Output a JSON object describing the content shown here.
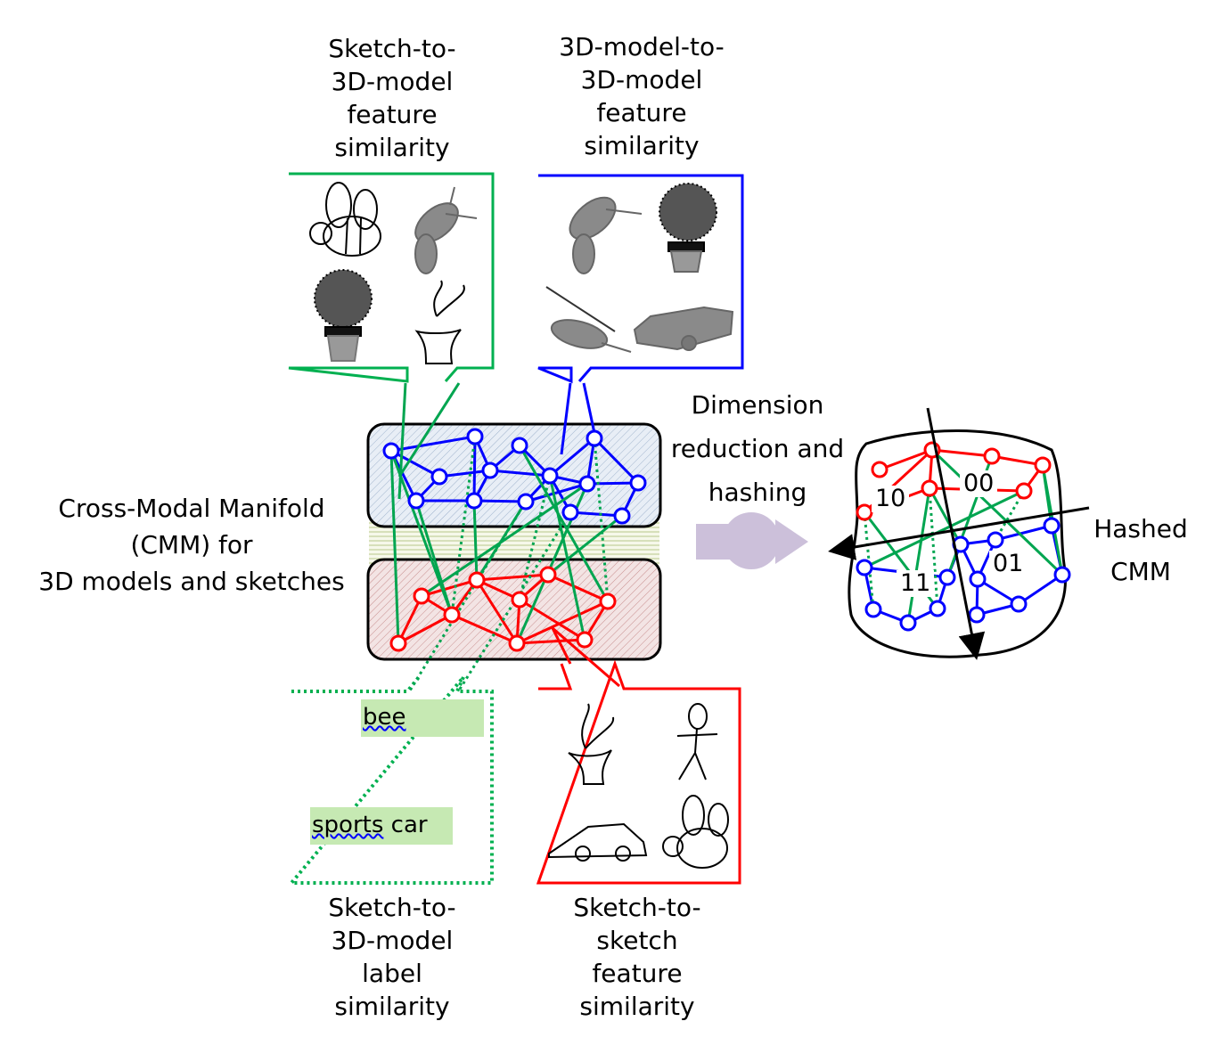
{
  "labels": {
    "sketch_to_model_feature": "Sketch-to-\n3D-model\nfeature\nsimilarity",
    "model_to_model_feature": "3D-model-to-\n3D-model\nfeature\nsimilarity",
    "cmm_title": "Cross-Modal Manifold\n(CMM) for\n3D models and sketches",
    "dimension_reduction": "Dimension\nreduction and\nhashing",
    "hashed_cmm": "Hashed\nCMM",
    "sketch_to_model_label": "Sketch-to-\n3D-model\nlabel\nsimilarity",
    "sketch_to_sketch_feature": "Sketch-to-\nsketch\nfeature\nsimilarity"
  },
  "label_box": {
    "tags": [
      {
        "underlined": "bee",
        "rest": ""
      },
      {
        "underlined": "sports",
        "rest": " car"
      }
    ]
  },
  "hash_codes": [
    "10",
    "00",
    "11",
    "01"
  ],
  "panels": {
    "sketch_to_model": {
      "items": [
        "bee sketch",
        "wasp 3D model",
        "potted plant 3D model",
        "potted plant sketch"
      ],
      "border": "#00b050"
    },
    "model_to_model": {
      "items": [
        "wasp 3D model",
        "potted plant 3D model",
        "helicopter 3D model",
        "sports car 3D model"
      ],
      "border": "#0000ff"
    },
    "sketch_to_sketch": {
      "items": [
        "potted plant sketch",
        "stick figure sketch",
        "car sketch",
        "bee sketch"
      ],
      "border": "#ff0000"
    }
  },
  "colors": {
    "model_nodes": "#0000ff",
    "sketch_nodes": "#ff0000",
    "cross_links": "#00a550",
    "arrow": "#ccc0da"
  }
}
